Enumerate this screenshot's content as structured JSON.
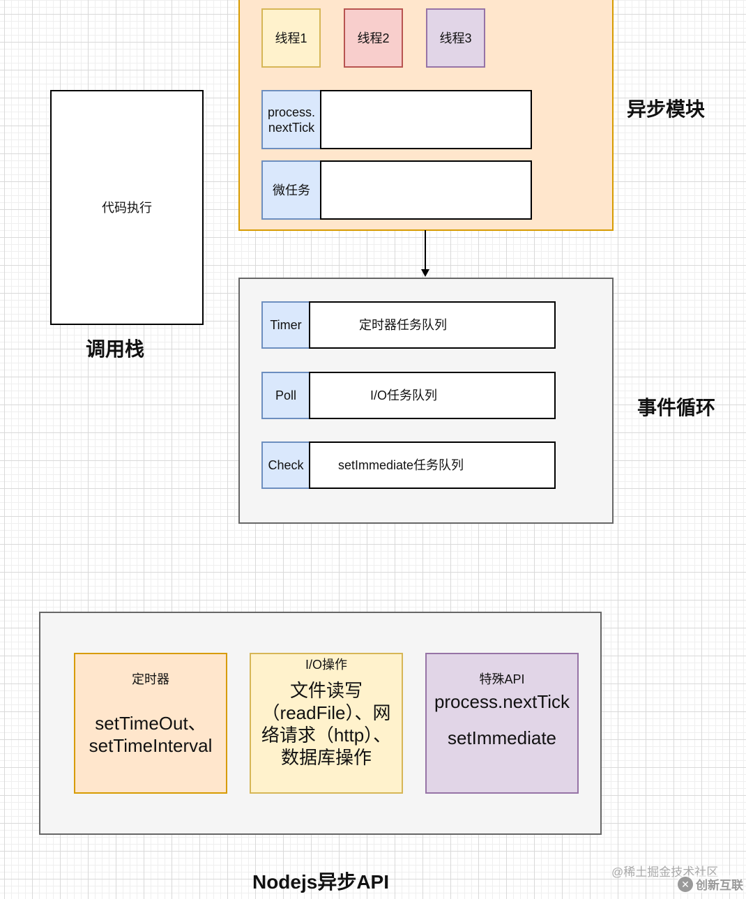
{
  "async_module": {
    "title": "异步模块",
    "threads": [
      {
        "label": "线程1",
        "fill": "#fff2cc",
        "stroke": "#d6b656"
      },
      {
        "label": "线程2",
        "fill": "#f8cecc",
        "stroke": "#b85450"
      },
      {
        "label": "线程3",
        "fill": "#e1d5e7",
        "stroke": "#9673a6"
      }
    ],
    "queues": [
      {
        "label": "process.\nnextTick",
        "content": ""
      },
      {
        "label": "微任务",
        "content": ""
      }
    ]
  },
  "call_stack": {
    "title": "调用栈",
    "content": "代码执行"
  },
  "event_loop": {
    "title": "事件循环",
    "phases": [
      {
        "label": "Timer",
        "content": "定时器任务队列"
      },
      {
        "label": "Poll",
        "content": "I/O任务队列"
      },
      {
        "label": "Check",
        "content": "setImmediate任务队列"
      }
    ]
  },
  "nodejs_api": {
    "title": "Nodejs异步API",
    "groups": [
      {
        "heading": "定时器",
        "body": "setTimeOut、\nsetTimeInterval",
        "fill": "#ffe6cc",
        "stroke": "#d79b00"
      },
      {
        "heading": "I/O操作",
        "body": "文件读写（readFile）、网络请求（http）、数据库操作",
        "fill": "#fff2cc",
        "stroke": "#d6b656"
      },
      {
        "heading": "特殊API",
        "body": "process.nextTick\n\nsetImmediate",
        "fill": "#e1d5e7",
        "stroke": "#9673a6"
      }
    ]
  },
  "watermarks": {
    "juejin": "@稀土掘金技术社区",
    "logo": "创新互联"
  }
}
